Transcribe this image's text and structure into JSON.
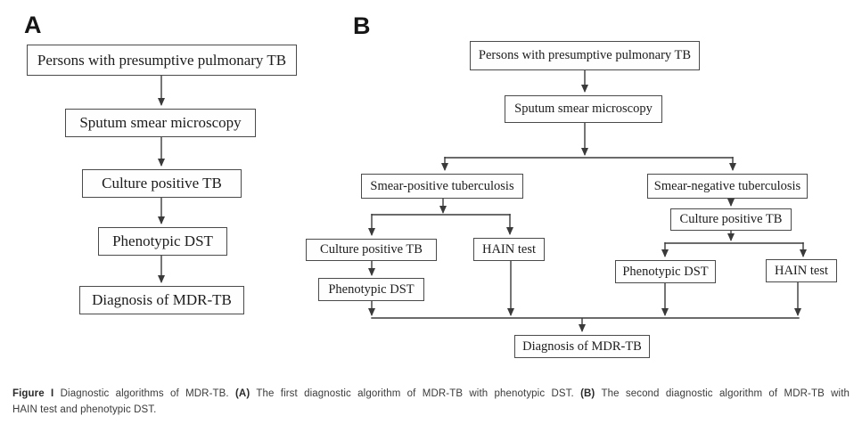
{
  "panel_a": {
    "label": "A",
    "nodes": {
      "presumptive": "Persons with presumptive pulmonary TB",
      "smear": "Sputum smear microscopy",
      "culture": "Culture positive TB",
      "phenotypic_dst": "Phenotypic DST",
      "diagnosis": "Diagnosis of MDR-TB"
    }
  },
  "panel_b": {
    "label": "B",
    "nodes": {
      "presumptive": "Persons with presumptive pulmonary TB",
      "smear": "Sputum smear microscopy",
      "smear_positive": "Smear-positive tuberculosis",
      "smear_negative": "Smear-negative tuberculosis",
      "culture_left": "Culture positive TB",
      "hain_left": "HAIN test",
      "phenotypic_dst_left": "Phenotypic DST",
      "culture_right": "Culture positive TB",
      "phenotypic_dst_right": "Phenotypic DST",
      "hain_right": "HAIN test",
      "diagnosis": "Diagnosis of MDR-TB"
    }
  },
  "caption": {
    "figure_label": "Figure I",
    "seg1": " Diagnostic algorithms of MDR-TB. ",
    "marker_a": "(A)",
    "seg2": " The first diagnostic algorithm of MDR-TB with phenotypic DST. ",
    "marker_b": "(B)",
    "seg3": " The second diagnostic algorithm of MDR-TB with",
    "line2": "HAIN test and phenotypic DST."
  },
  "colors": {
    "box_border": "#4a4a4a",
    "connector_line": "#3a3a3a",
    "box_text": "#1c1c1c",
    "caption_text": "#3a3a3a",
    "background": "#ffffff"
  }
}
